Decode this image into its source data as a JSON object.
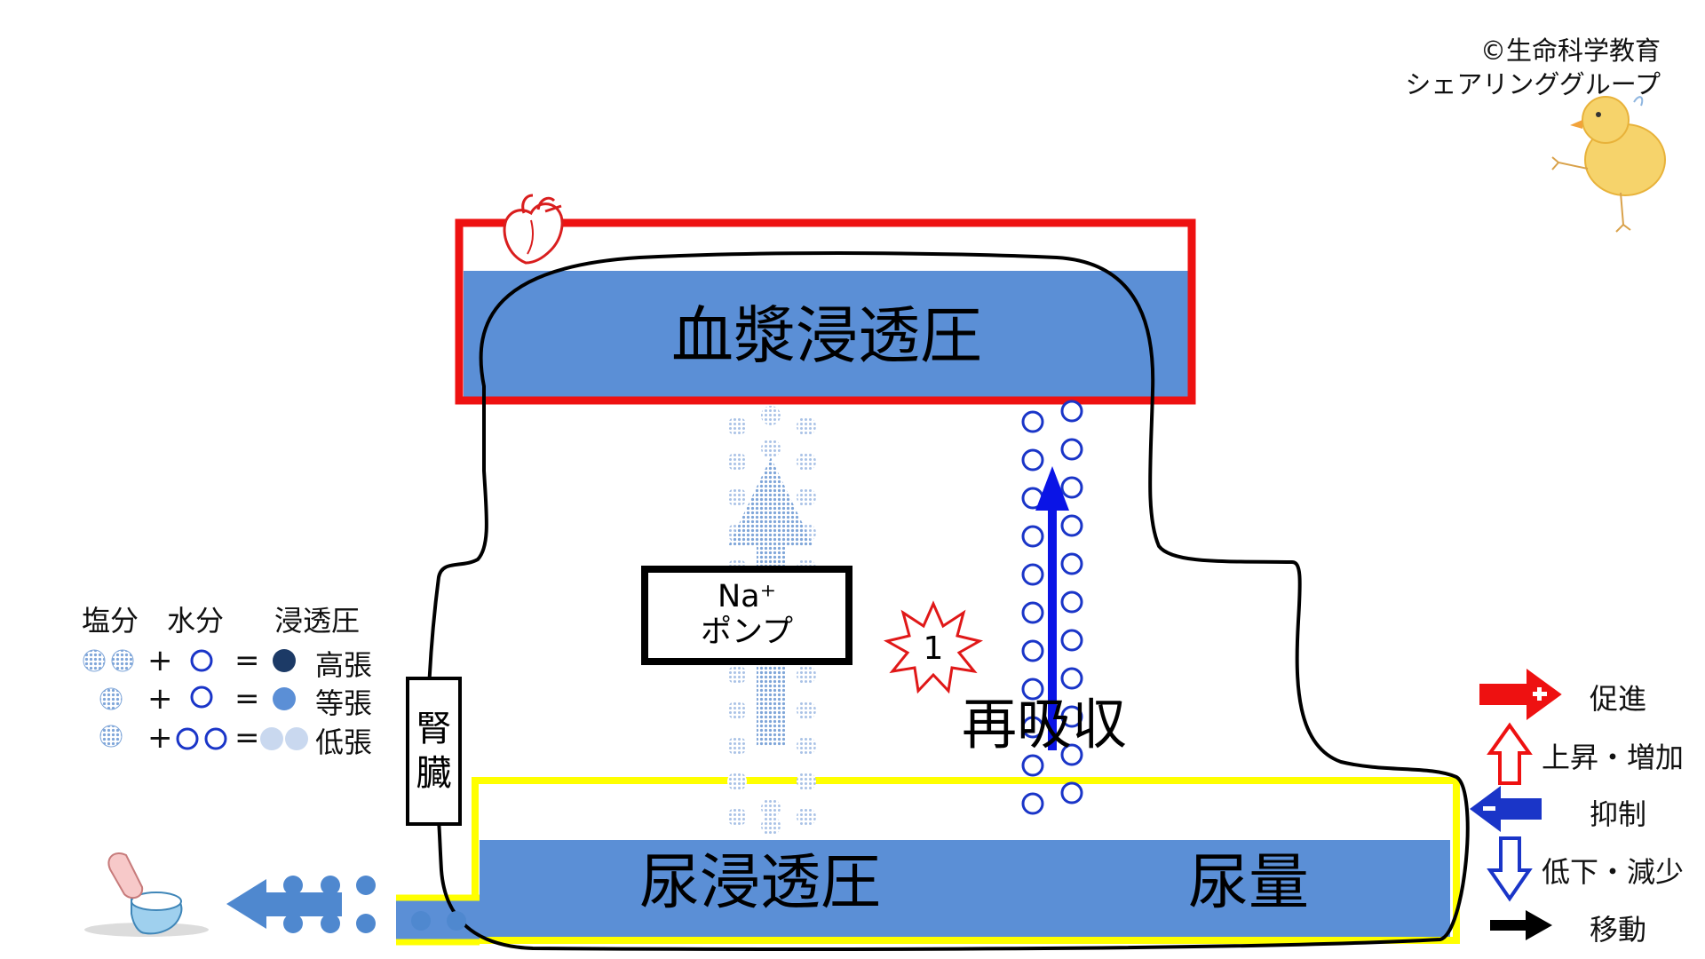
{
  "credit": {
    "line1": "©生命科学教育",
    "line2": "シェアリンググループ"
  },
  "labels": {
    "plasma_osmotic_pressure": "血漿浸透圧",
    "urine_osmotic_pressure": "尿浸透圧",
    "urine_volume": "尿量",
    "reabsorption": "再吸収",
    "kidney_line1": "腎",
    "kidney_line2": "臓",
    "na_pump_line1": "Na⁺",
    "na_pump_line2": "ポンプ",
    "step_badge": "1"
  },
  "osmotic_legend": {
    "headers": {
      "salt": "塩分",
      "water": "水分",
      "osmotic": "浸透圧"
    },
    "rows": [
      {
        "plus": "+",
        "equals": "=",
        "label": "高張"
      },
      {
        "plus": "+",
        "equals": "=",
        "label": "等張"
      },
      {
        "plus": "+",
        "equals": "=",
        "label": "低張"
      }
    ]
  },
  "arrow_legend": [
    {
      "label": "促進",
      "icon": "red-plus-arrow-icon"
    },
    {
      "label": "上昇・増加",
      "icon": "red-up-outline-arrow-icon"
    },
    {
      "label": "抑制",
      "icon": "blue-minus-arrow-icon"
    },
    {
      "label": "低下・減少",
      "icon": "blue-down-outline-arrow-icon"
    },
    {
      "label": "移動",
      "icon": "black-arrow-icon"
    }
  ],
  "colors": {
    "plasma_box_border": "#ee1111",
    "urine_box_border": "#ffff00",
    "fluid_blue": "#5b8fd6",
    "water_circle": "#1a35c8",
    "reabsorption_arrow": "#0a14e6",
    "salt_dot": "#7fa6d9",
    "high_tonic": "#1c3a66",
    "iso_tonic": "#5b8fd6",
    "low_tonic": "#c9d8ef"
  }
}
